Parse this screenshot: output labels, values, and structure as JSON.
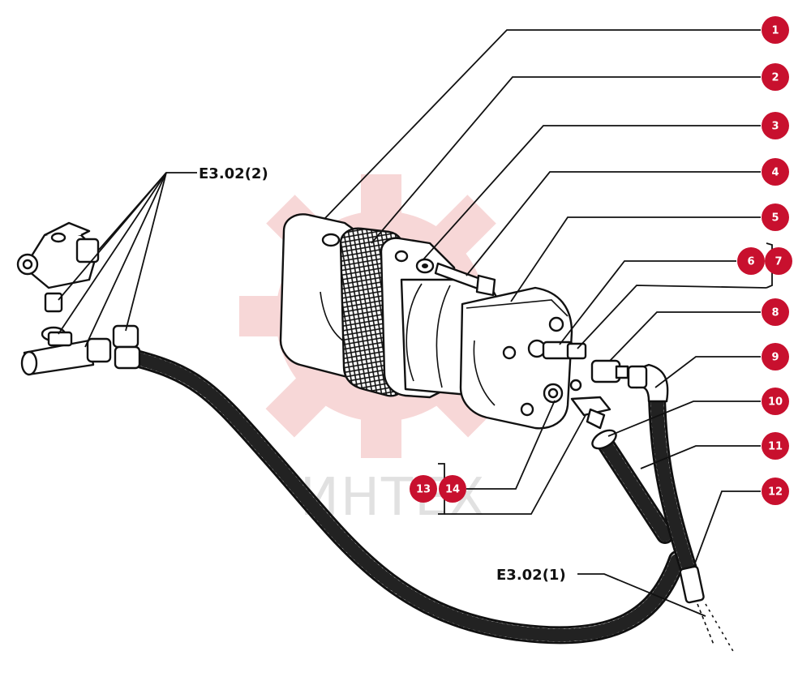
{
  "callouts": [
    "1",
    "2",
    "3",
    "4",
    "5",
    "6",
    "7",
    "8",
    "9",
    "10",
    "11",
    "12",
    "13",
    "14"
  ],
  "references": {
    "upper": "E3.02(2)",
    "lower": "E3.02(1)"
  },
  "watermark": {
    "text": "ИНТЕХ",
    "color": "#f2b8b8"
  },
  "colors": {
    "badge": "#c8102e",
    "line": "#111111"
  }
}
